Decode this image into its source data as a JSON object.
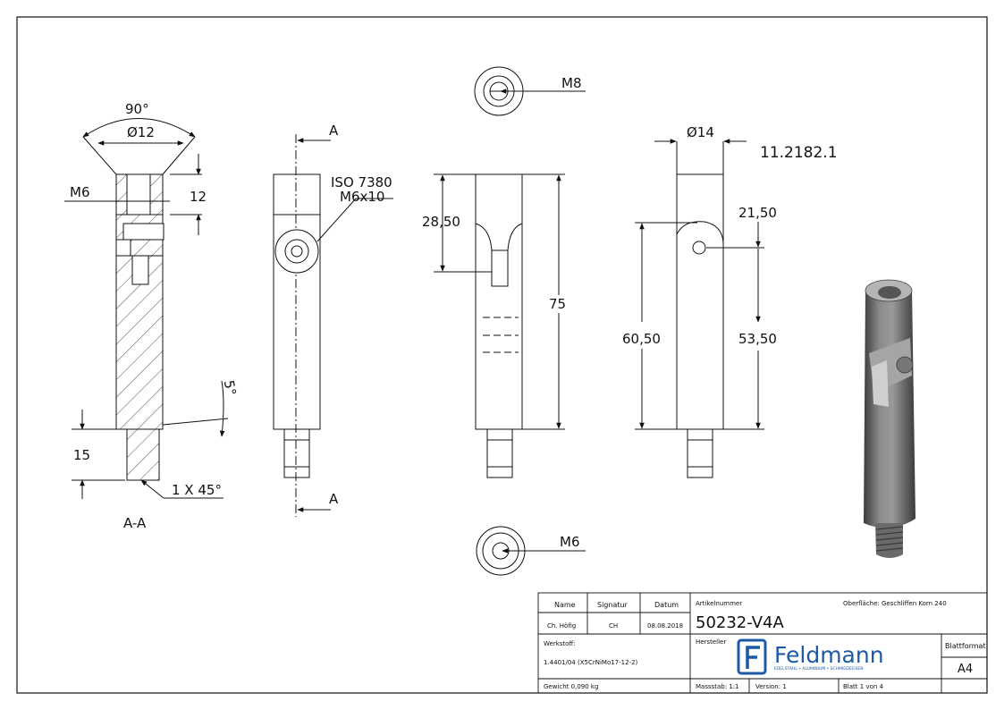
{
  "section_view": {
    "angle_label": "90°",
    "diameter_label": "Ø12",
    "thread_label": "M6",
    "depth_label": "12",
    "taper_label": "5°",
    "height_label": "15",
    "chamfer_label": "1 X 45°",
    "view_label": "A-A"
  },
  "side_view": {
    "cut_top": "A",
    "cut_bottom": "A",
    "screw_spec_line1": "ISO 7380",
    "screw_spec_line2": "M6x10"
  },
  "top_view": {
    "thread_label": "M8"
  },
  "bottom_view": {
    "thread_label": "M6"
  },
  "front_view": {
    "slot_height": "28,50",
    "total_height": "75"
  },
  "right_view": {
    "diameter_label": "Ø14",
    "part_code": "11.2182.1",
    "hole_offset": "21,50",
    "left_height": "60,50",
    "right_height": "53,50"
  },
  "title_block": {
    "hdr_name": "Name",
    "hdr_signatur": "Signatur",
    "hdr_datum": "Datum",
    "name": "Ch. Höfig",
    "signatur": "CH",
    "datum": "08.08.2018",
    "werkstoff_label": "Werkstoff:",
    "werkstoff_value": "1.4401/04 (X5CrNiMo17-12-2)",
    "gewicht": "Gewicht 0,090 kg",
    "artikelnummer_label": "Artikelnummer",
    "artikelnummer": "50232-V4A",
    "oberflaeche": "Oberfläche:  Geschliffen Korn 240",
    "hersteller_label": "Hersteller",
    "brand": "Feldmann",
    "brand_tagline": "EDELSTAHL • ALUMINIUM • SCHMIEDEEISEN",
    "blattformat_label": "Blattformat",
    "blattformat": "A4",
    "massstab": "Massstab: 1:1",
    "version": "Version: 1",
    "blatt": "Blatt 1 von 4"
  },
  "colors": {
    "line": "#111111",
    "brand": "#1d5aa6",
    "part_shade": "#6f6f6f"
  }
}
